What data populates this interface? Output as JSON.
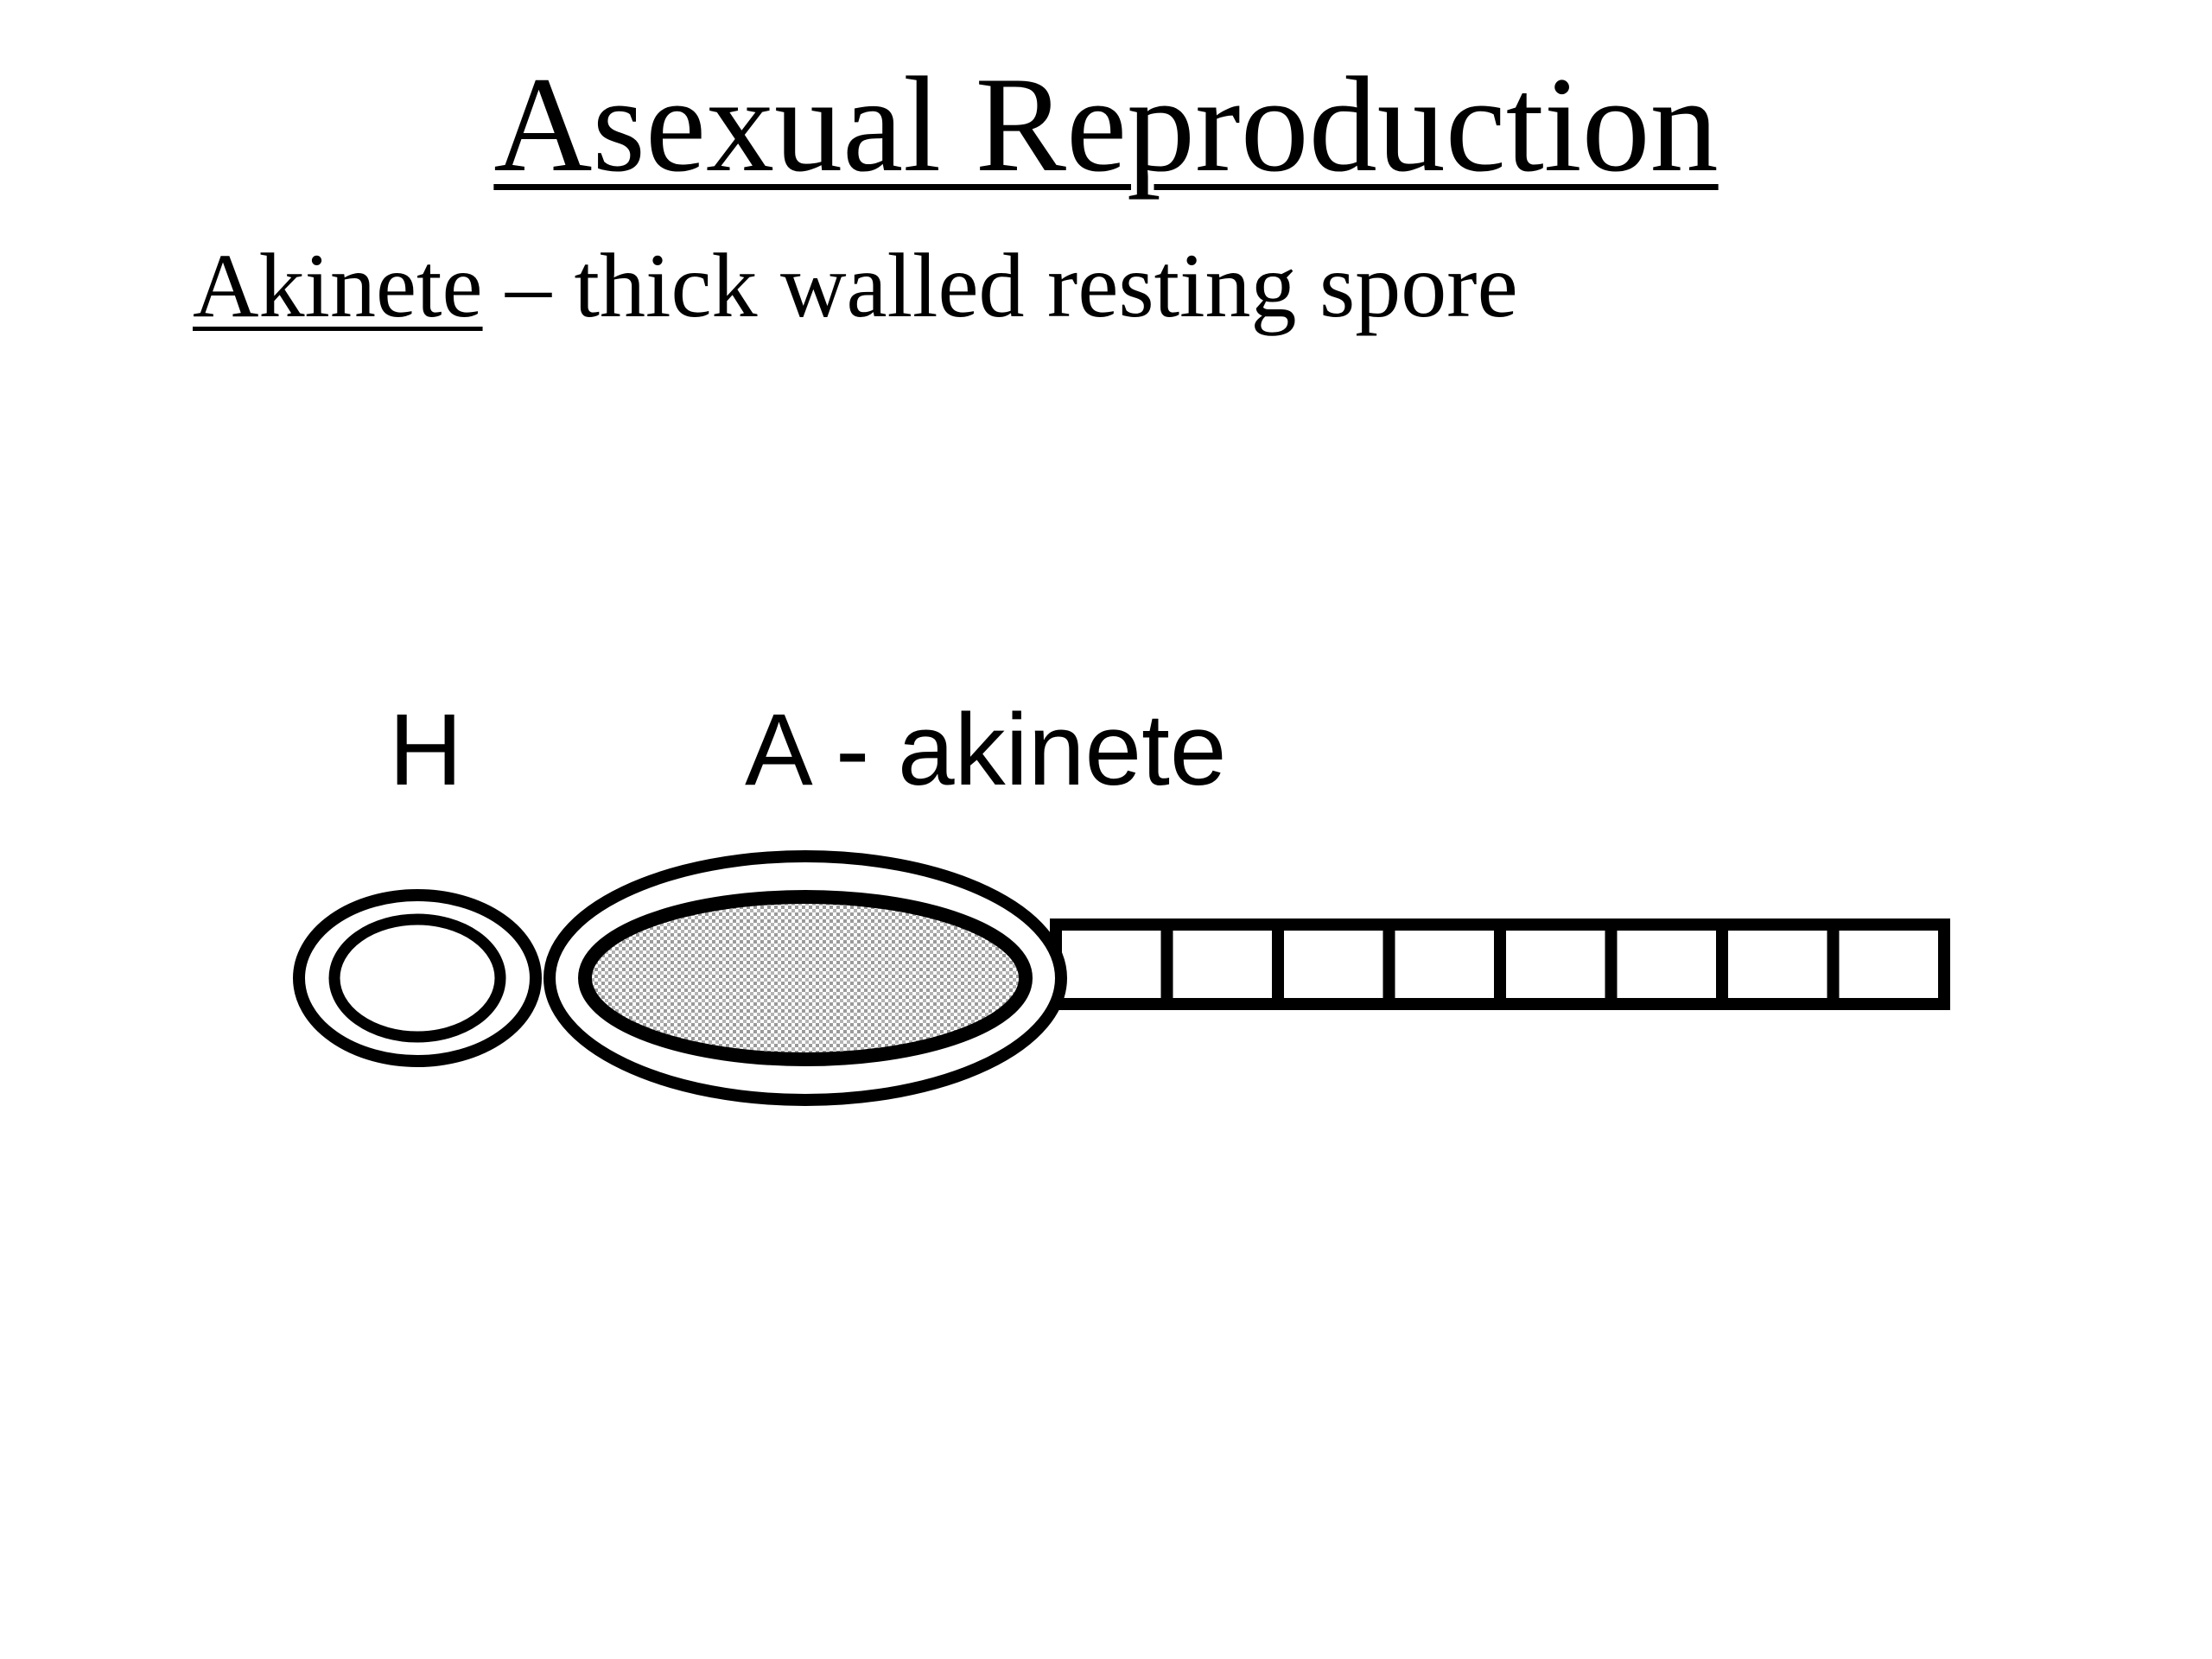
{
  "slide": {
    "title": "Asexual Reproduction",
    "definition": {
      "term": "Akinete",
      "separator": " – ",
      "text": "thick walled resting spore"
    }
  },
  "diagram": {
    "labels": {
      "heterocyst": "H",
      "akinete": "A - akinete"
    },
    "filament_cell_count": 8,
    "colors": {
      "stroke": "#000000",
      "akinete_fill": "#c8c8c8",
      "background": "#ffffff"
    }
  }
}
